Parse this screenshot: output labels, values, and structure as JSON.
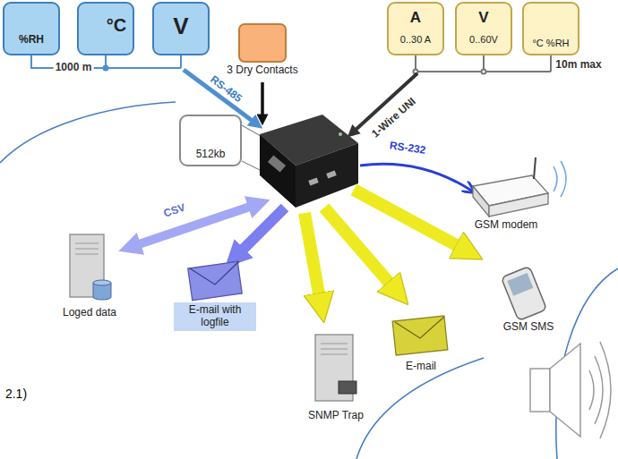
{
  "diagram": {
    "nodes": [
      {
        "text": [
          "%RH"
        ]
      },
      {
        "text": [
          "°C"
        ]
      },
      {
        "text": [
          "V"
        ]
      },
      {
        "text": [
          "3 Dry Contacts"
        ]
      },
      {
        "text": [
          "512kb"
        ]
      },
      {
        "text": [
          "A",
          "0..30 A"
        ]
      },
      {
        "text": [
          "V",
          "0..60V"
        ]
      },
      {
        "text": [
          "°C %RH"
        ]
      },
      {
        "text": [
          "GSM modem"
        ]
      },
      {
        "text": [
          "Loged data"
        ]
      },
      {
        "text": [
          "E-mail with logfile"
        ]
      },
      {
        "text": [
          "SNMP Trap"
        ]
      },
      {
        "text": [
          "E-mail"
        ]
      },
      {
        "text": [
          "GSM SMS"
        ]
      }
    ],
    "labels": [
      "1000 m",
      "RS-485",
      "1-Wire UNI",
      "10m max",
      "RS-232",
      "CSV",
      "2.1)"
    ]
  }
}
